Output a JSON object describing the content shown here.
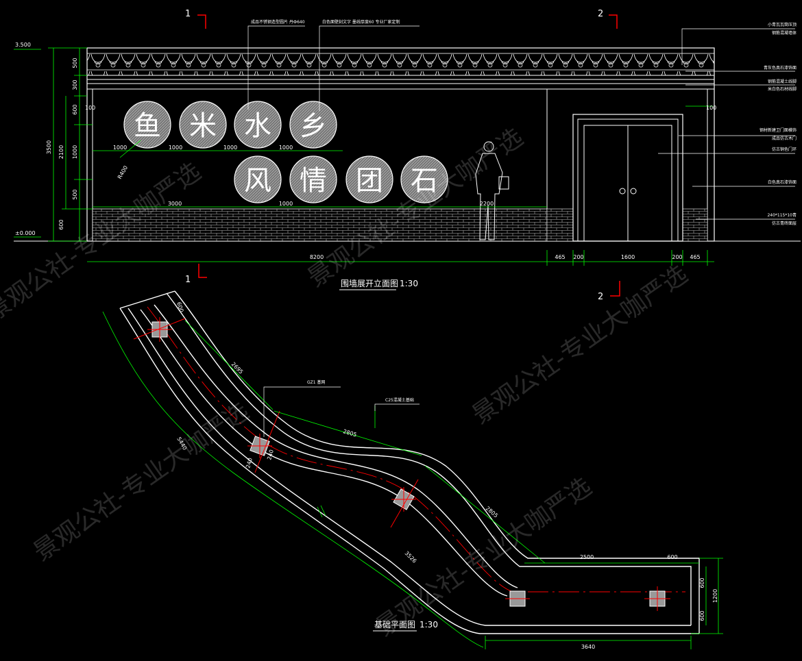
{
  "elevation": {
    "title": "围墙展开立面图",
    "scale": "1:30",
    "section_marks": [
      "1",
      "2"
    ],
    "levels": [
      "3.500",
      "±0.000"
    ],
    "left_heights_inner": [
      "500",
      "300",
      "600",
      "1000",
      "500",
      "600"
    ],
    "left_heights_mid": [
      "2100"
    ],
    "left_heights_outer": [
      "3500"
    ],
    "horizontal_spacing": [
      "1000",
      "1000",
      "1000",
      "1000"
    ],
    "lower_spacing": [
      "3000",
      "1000",
      "2200"
    ],
    "radius": "R400",
    "gap_labels": [
      "100",
      "100"
    ],
    "bottom_dims": [
      "8200",
      "465",
      "200",
      "1600",
      "200",
      "465"
    ],
    "characters_row1": [
      "鱼",
      "米",
      "水",
      "乡"
    ],
    "characters_row2": [
      "风",
      "情",
      "团",
      "石"
    ],
    "top_callouts": [
      "成品不锈钢造型圆片 丹Ф640",
      "白色面壁刻文字 墨线厚度60 专业厂家定制"
    ],
    "right_callouts": [
      "小青瓦瓦筒压顶",
      "钢筋混凝墙体",
      "青灰色真石漆饰面",
      "钢筋混凝土线脚",
      "米白色石材线脚",
      "钢材新建卫门面横饰",
      "成品仿古木门",
      "仿古铜色门环",
      "白色真石漆饰面",
      "240*115*10青",
      "仿古青砖面层"
    ]
  },
  "plan": {
    "title": "基础平面图",
    "scale": "1:30",
    "callouts": [
      "GZ1 基网",
      "C25混凝土基础"
    ],
    "dims": [
      "600",
      "2695",
      "2805",
      "2805",
      "240",
      "240",
      "5440",
      "3526",
      "2500",
      "600",
      "600",
      "600",
      "1200",
      "3640"
    ]
  },
  "watermark": "景观公社-专业大咖严选",
  "colors": {
    "background": "#000000",
    "line": "#ffffff",
    "dimension": "#00ff00",
    "accent": "#ff0000"
  }
}
